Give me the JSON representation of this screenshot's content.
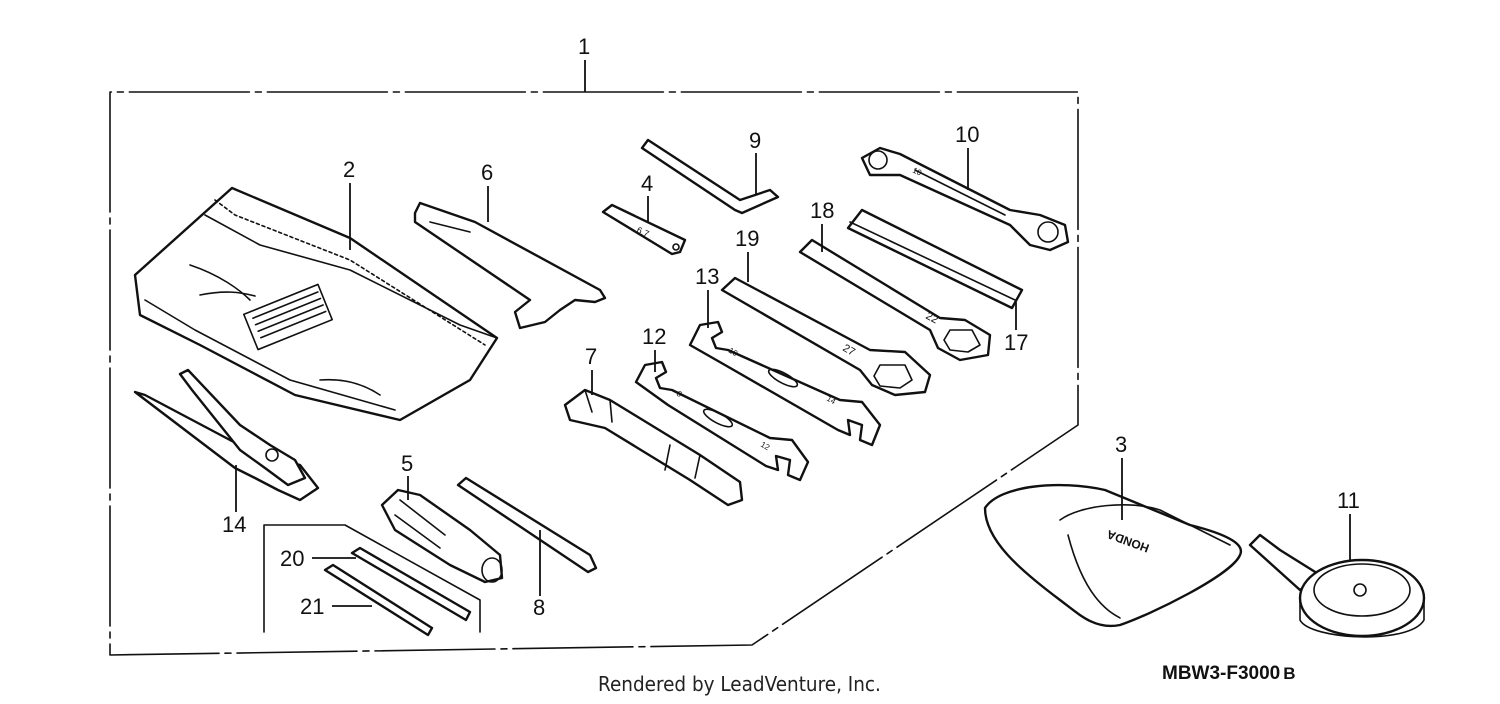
{
  "callouts": [
    {
      "id": "1",
      "label": "1"
    },
    {
      "id": "2",
      "label": "2"
    },
    {
      "id": "3",
      "label": "3"
    },
    {
      "id": "4",
      "label": "4"
    },
    {
      "id": "5",
      "label": "5"
    },
    {
      "id": "6",
      "label": "6"
    },
    {
      "id": "7",
      "label": "7"
    },
    {
      "id": "8",
      "label": "8"
    },
    {
      "id": "9",
      "label": "9"
    },
    {
      "id": "10",
      "label": "10"
    },
    {
      "id": "11",
      "label": "11"
    },
    {
      "id": "12",
      "label": "12"
    },
    {
      "id": "13",
      "label": "13"
    },
    {
      "id": "14",
      "label": "14"
    },
    {
      "id": "17",
      "label": "17"
    },
    {
      "id": "18",
      "label": "18"
    },
    {
      "id": "19",
      "label": "19"
    },
    {
      "id": "20",
      "label": "20"
    },
    {
      "id": "21",
      "label": "21"
    }
  ],
  "tool_markings": {
    "hex_wrench": "6.7",
    "ring_wrench": "10",
    "wrench_12_a": "8",
    "wrench_12_b": "12",
    "wrench_13_a": "10",
    "wrench_13_b": "14",
    "wrench_19": "27",
    "wrench_18": "22",
    "pouch_brand": "HONDA"
  },
  "footer": {
    "credit": "Rendered by LeadVenture, Inc.",
    "diagram_code": "MBW3-F3000",
    "diagram_rev": "B"
  }
}
